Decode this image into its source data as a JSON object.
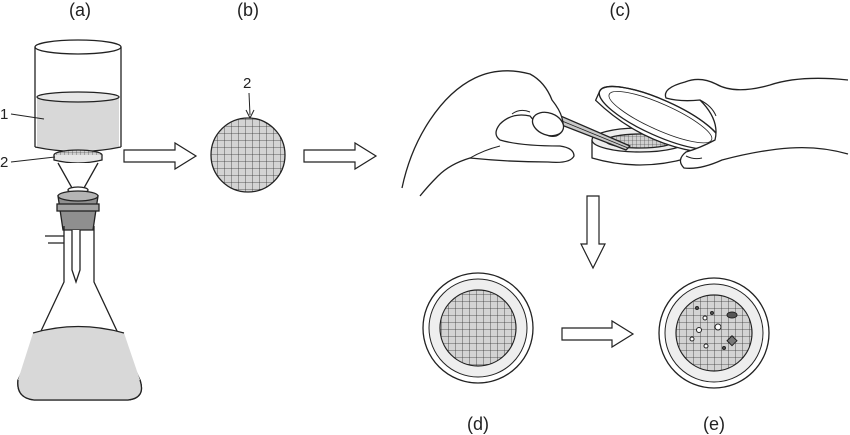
{
  "panels": {
    "a": "(a)",
    "b": "(b)",
    "c": "(c)",
    "d": "(d)",
    "e": "(e)"
  },
  "callouts": {
    "funnel_label": "1",
    "membrane_label": "2",
    "filter_label": "2"
  },
  "colors": {
    "line": "#222222",
    "liquid": "#d8d8d8",
    "stopper": "#8f8f8f",
    "stopper_light": "#b5b5b5",
    "dish_rim": "#eeeeee",
    "grid_fill": "#cfcfcf",
    "colony_dark": "#555555"
  }
}
